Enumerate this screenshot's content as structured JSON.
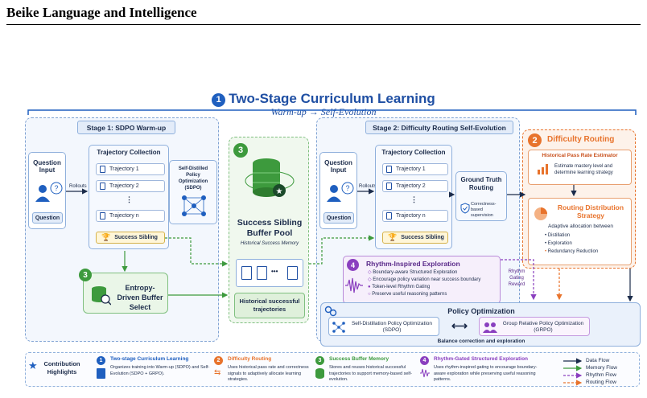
{
  "header": {
    "title": "Beike Language and Intelligence"
  },
  "diagram": {
    "num1": "1",
    "title": "Two-Stage Curriculum Learning",
    "subtitle": "Warm-up → Self-Evolution",
    "stage1": {
      "title": "Stage 1: SDPO Warm-up",
      "question_input": "Question Input",
      "question": "Question",
      "rollouts": "Rollouts",
      "trajectory_collection": "Trajectory Collection",
      "trajectories": [
        "Trajectory 1",
        "Trajectory 2",
        "⋮",
        "Trajectory n"
      ],
      "success_sibling": "Success Sibling",
      "sdpo": "Self-Distilled Policy Optimization (SDPO)"
    },
    "entropy": {
      "num": "3",
      "label": "Entropy-Driven Buffer Select"
    },
    "pool": {
      "num": "3",
      "title": "Success Sibling Buffer Pool",
      "subtitle": "Historical Success Memory",
      "ellipsis": "•••",
      "footer": "Historical successful trajectories"
    },
    "stage2": {
      "title": "Stage 2: Difficulty Routing Self-Evolution",
      "question_input": "Question Input",
      "question": "Question",
      "rollouts": "Rollouts",
      "trajectory_collection": "Trajectory Collection",
      "trajectories": [
        "Trajectory 1",
        "Trajectory 2",
        "⋮",
        "Trajectory n"
      ],
      "success_sibling": "Success Sibling",
      "gt_title": "Ground Truth Routing",
      "gt_sub": "Correctness-based supervision"
    },
    "difficulty": {
      "num": "2",
      "title": "Difficulty Routing",
      "estimator_title": "Historical Pass Rate Estimator",
      "estimator_text": "Estimate mastery level and determine learning strategy",
      "strategy_title": "Routing Distribution Strategy",
      "strategy_sub": "Adaptive allocation between",
      "items": [
        "Distillation",
        "Exploration",
        "Redundancy Reduction"
      ]
    },
    "rhythm": {
      "num": "4",
      "title": "Rhythm-Inspired Exploration",
      "items": [
        "Boundary-aware Structured Exploration",
        "Encourage policy variation near success boundary",
        "Token-level Rhythm Gating",
        "Preserve useful reasoning patterns"
      ],
      "gating": "Rhythm Gating Reward"
    },
    "policy": {
      "title": "Policy Optimization",
      "sdpo": "Self-Distillation Policy Optimization (SDPO)",
      "grpo": "Group Relative Policy Optimization (GRPO)",
      "footer": "Balance correction and exploration"
    }
  },
  "highlights": {
    "label": "Contribution Highlights",
    "items": [
      {
        "num": "1",
        "title": "Two-stage Curriculum Learning",
        "text": "Organizes training into Warm-up (SDPO) and Self-Evolution (SDPO + GRPO).",
        "color": "#1f5fbf"
      },
      {
        "num": "2",
        "title": "Difficulty Routing",
        "text": "Uses historical pass rate and correctness signals to adaptively allocate learning strategies.",
        "color": "#e8732c"
      },
      {
        "num": "3",
        "title": "Success Buffer Memory",
        "text": "Stores and reuses historical successful trajectories to support memory-based self-evolution.",
        "color": "#3d9a3d"
      },
      {
        "num": "4",
        "title": "Rhythm-Gated Structured Exploration",
        "text": "Uses rhythm-inspired gating to encourage boundary-aware exploration while preserving useful reasoning patterns.",
        "color": "#8a3fbf"
      }
    ],
    "legend": [
      "Data Flow",
      "Memory Flow",
      "Rhythm Flow",
      "Routing Flow"
    ]
  },
  "colors": {
    "blue": "#1f5fbf",
    "orange": "#e8732c",
    "green": "#3d9a3d",
    "purple": "#8a3fbf"
  }
}
